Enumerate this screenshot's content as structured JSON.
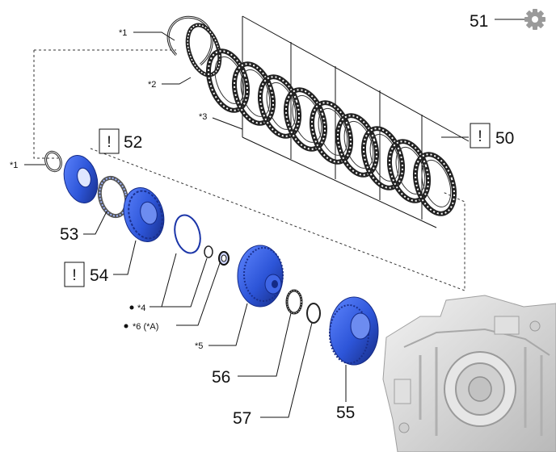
{
  "labels": {
    "p50": "50",
    "p51": "51",
    "p52": "52",
    "p53": "53",
    "p54": "54",
    "p55": "55",
    "p56": "56",
    "p57": "57",
    "note1_top": "*1",
    "note1_left": "*1",
    "note2": "*2",
    "note3": "*3",
    "note4": "*4",
    "note5": "*5",
    "note6": "*6 (*A)",
    "warn_mark": "!"
  },
  "icons": {
    "settings": "gear-icon",
    "caution": "exclamation-icon"
  },
  "colors": {
    "part_blue": "#2d55d8",
    "part_blue_dark": "#1a2f8c",
    "housing_gray": "#d8d8d8",
    "gear_icon": "#9a9a9a"
  }
}
